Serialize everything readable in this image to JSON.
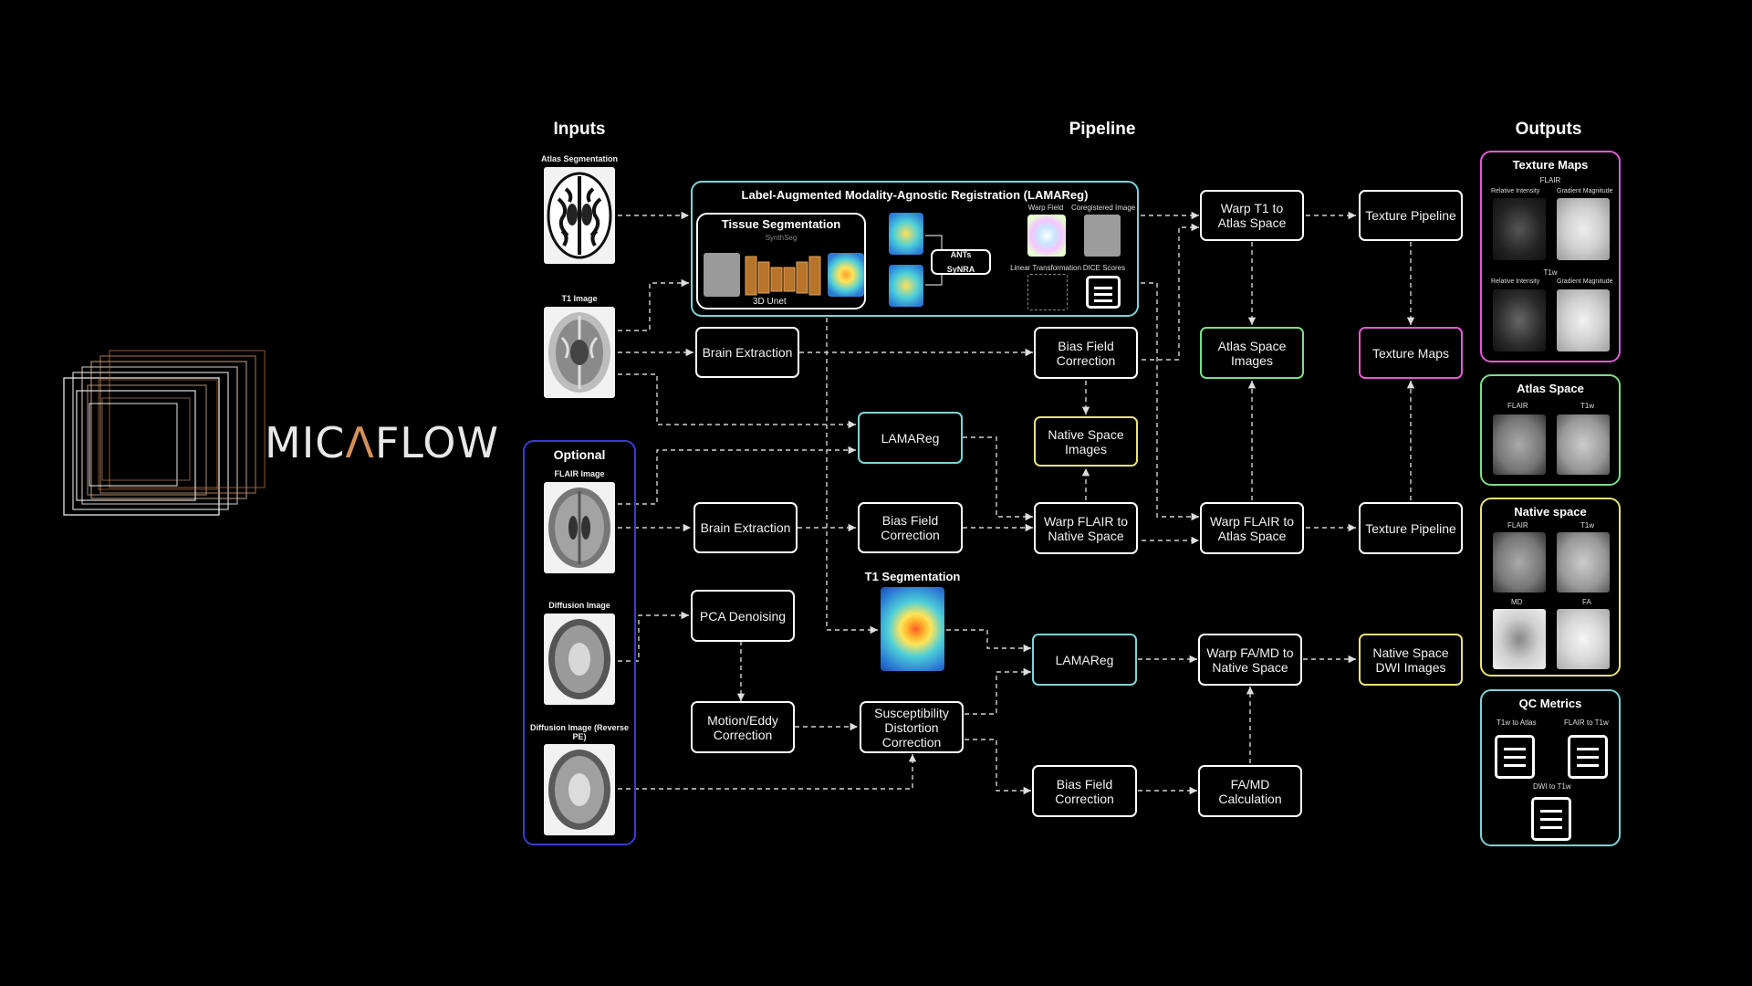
{
  "logo": {
    "text_pre": "MIC",
    "text_accent": "Λ",
    "text_post": "FLOW"
  },
  "columns": {
    "inputs": "Inputs",
    "pipeline": "Pipeline",
    "outputs": "Outputs"
  },
  "inputs": {
    "atlas_seg": "Atlas Segmentation",
    "t1": "T1 Image",
    "optional_title": "Optional",
    "flair": "FLAIR Image",
    "diffusion": "Diffusion Image",
    "diffusion_rev": "Diffusion Image (Reverse PE)"
  },
  "lamareg_group": {
    "title": "Label-Augmented Modality-Agnostic Registration (LAMAReg)",
    "tissue_seg": "Tissue Segmentation",
    "synthseg": "SynthSeg",
    "unet": "3D Unet",
    "ants": "ANTs SyNRA",
    "warp_field": "Warp Field",
    "coregistered": "Coregistered Image",
    "linear": "Linear Transformation",
    "dice": "DICE Scores"
  },
  "nodes": {
    "brain_extraction_1": "Brain Extraction",
    "brain_extraction_2": "Brain Extraction",
    "lamareg_1": "LAMAReg",
    "lamareg_2": "LAMAReg",
    "bias_1": "Bias Field Correction",
    "bias_2": "Bias Field Correction",
    "bias_3": "Bias Field Correction",
    "native_space_images": "Native Space Images",
    "warp_flair_native": "Warp FLAIR to Native Space",
    "warp_t1_atlas": "Warp T1 to Atlas Space",
    "atlas_space_images": "Atlas Space Images",
    "warp_flair_atlas": "Warp FLAIR to Atlas Space",
    "texture_pipeline_1": "Texture Pipeline",
    "texture_maps": "Texture Maps",
    "texture_pipeline_2": "Texture Pipeline",
    "pca": "PCA Denoising",
    "motion": "Motion/Eddy Correction",
    "suscept": "Susceptibility Distortion Correction",
    "t1_seg": "T1 Segmentation",
    "warp_famd": "Warp FA/MD to Native Space",
    "native_dwi": "Native Space DWI Images",
    "famd_calc": "FA/MD Calculation"
  },
  "outputs": {
    "texture_maps": {
      "title": "Texture Maps",
      "flair": "FLAIR",
      "t1w": "T1w",
      "rel": "Relative Intensity",
      "grad": "Gradient Magnitude"
    },
    "atlas_space": {
      "title": "Atlas Space",
      "flair": "FLAIR",
      "t1w": "T1w"
    },
    "native_space": {
      "title": "Native space",
      "flair": "FLAIR",
      "t1w": "T1w",
      "md": "MD",
      "fa": "FA"
    },
    "qc": {
      "title": "QC Metrics",
      "a": "T1w to Atlas",
      "b": "FLAIR to T1w",
      "c": "DWI to T1w"
    }
  },
  "colors": {
    "teal": "#7fd3d6",
    "yellow": "#e7e27a",
    "green": "#7ddc8a",
    "pink": "#e25bd4",
    "blue": "#3b3bd6",
    "accent": "#d4915a"
  }
}
